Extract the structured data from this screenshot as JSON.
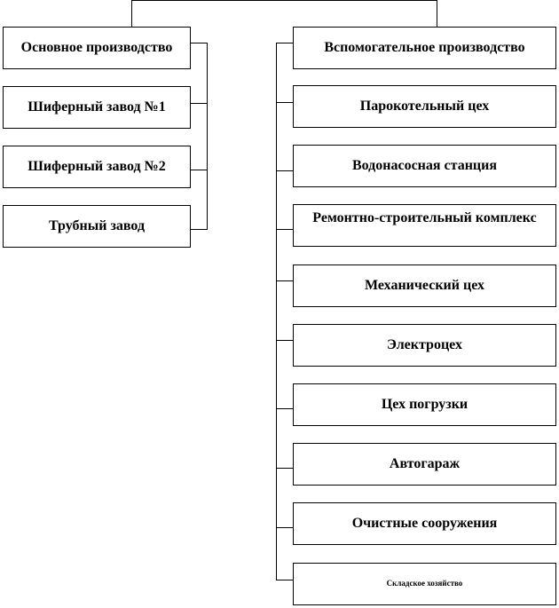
{
  "left_group": {
    "header": "Основное производство",
    "items": [
      "Шиферный завод №1",
      "Шиферный завод №2",
      "Трубный завод"
    ]
  },
  "right_group": {
    "header": "Вспомогательное производство",
    "items": [
      "Парокотельный цех",
      "Водонасосная станция",
      "Ремонтно-строительный комплекс",
      "Механический цех",
      "Электроцех",
      "Цех погрузки",
      "Автогараж",
      "Очистные сооружения",
      "Складское хозяйство"
    ]
  }
}
